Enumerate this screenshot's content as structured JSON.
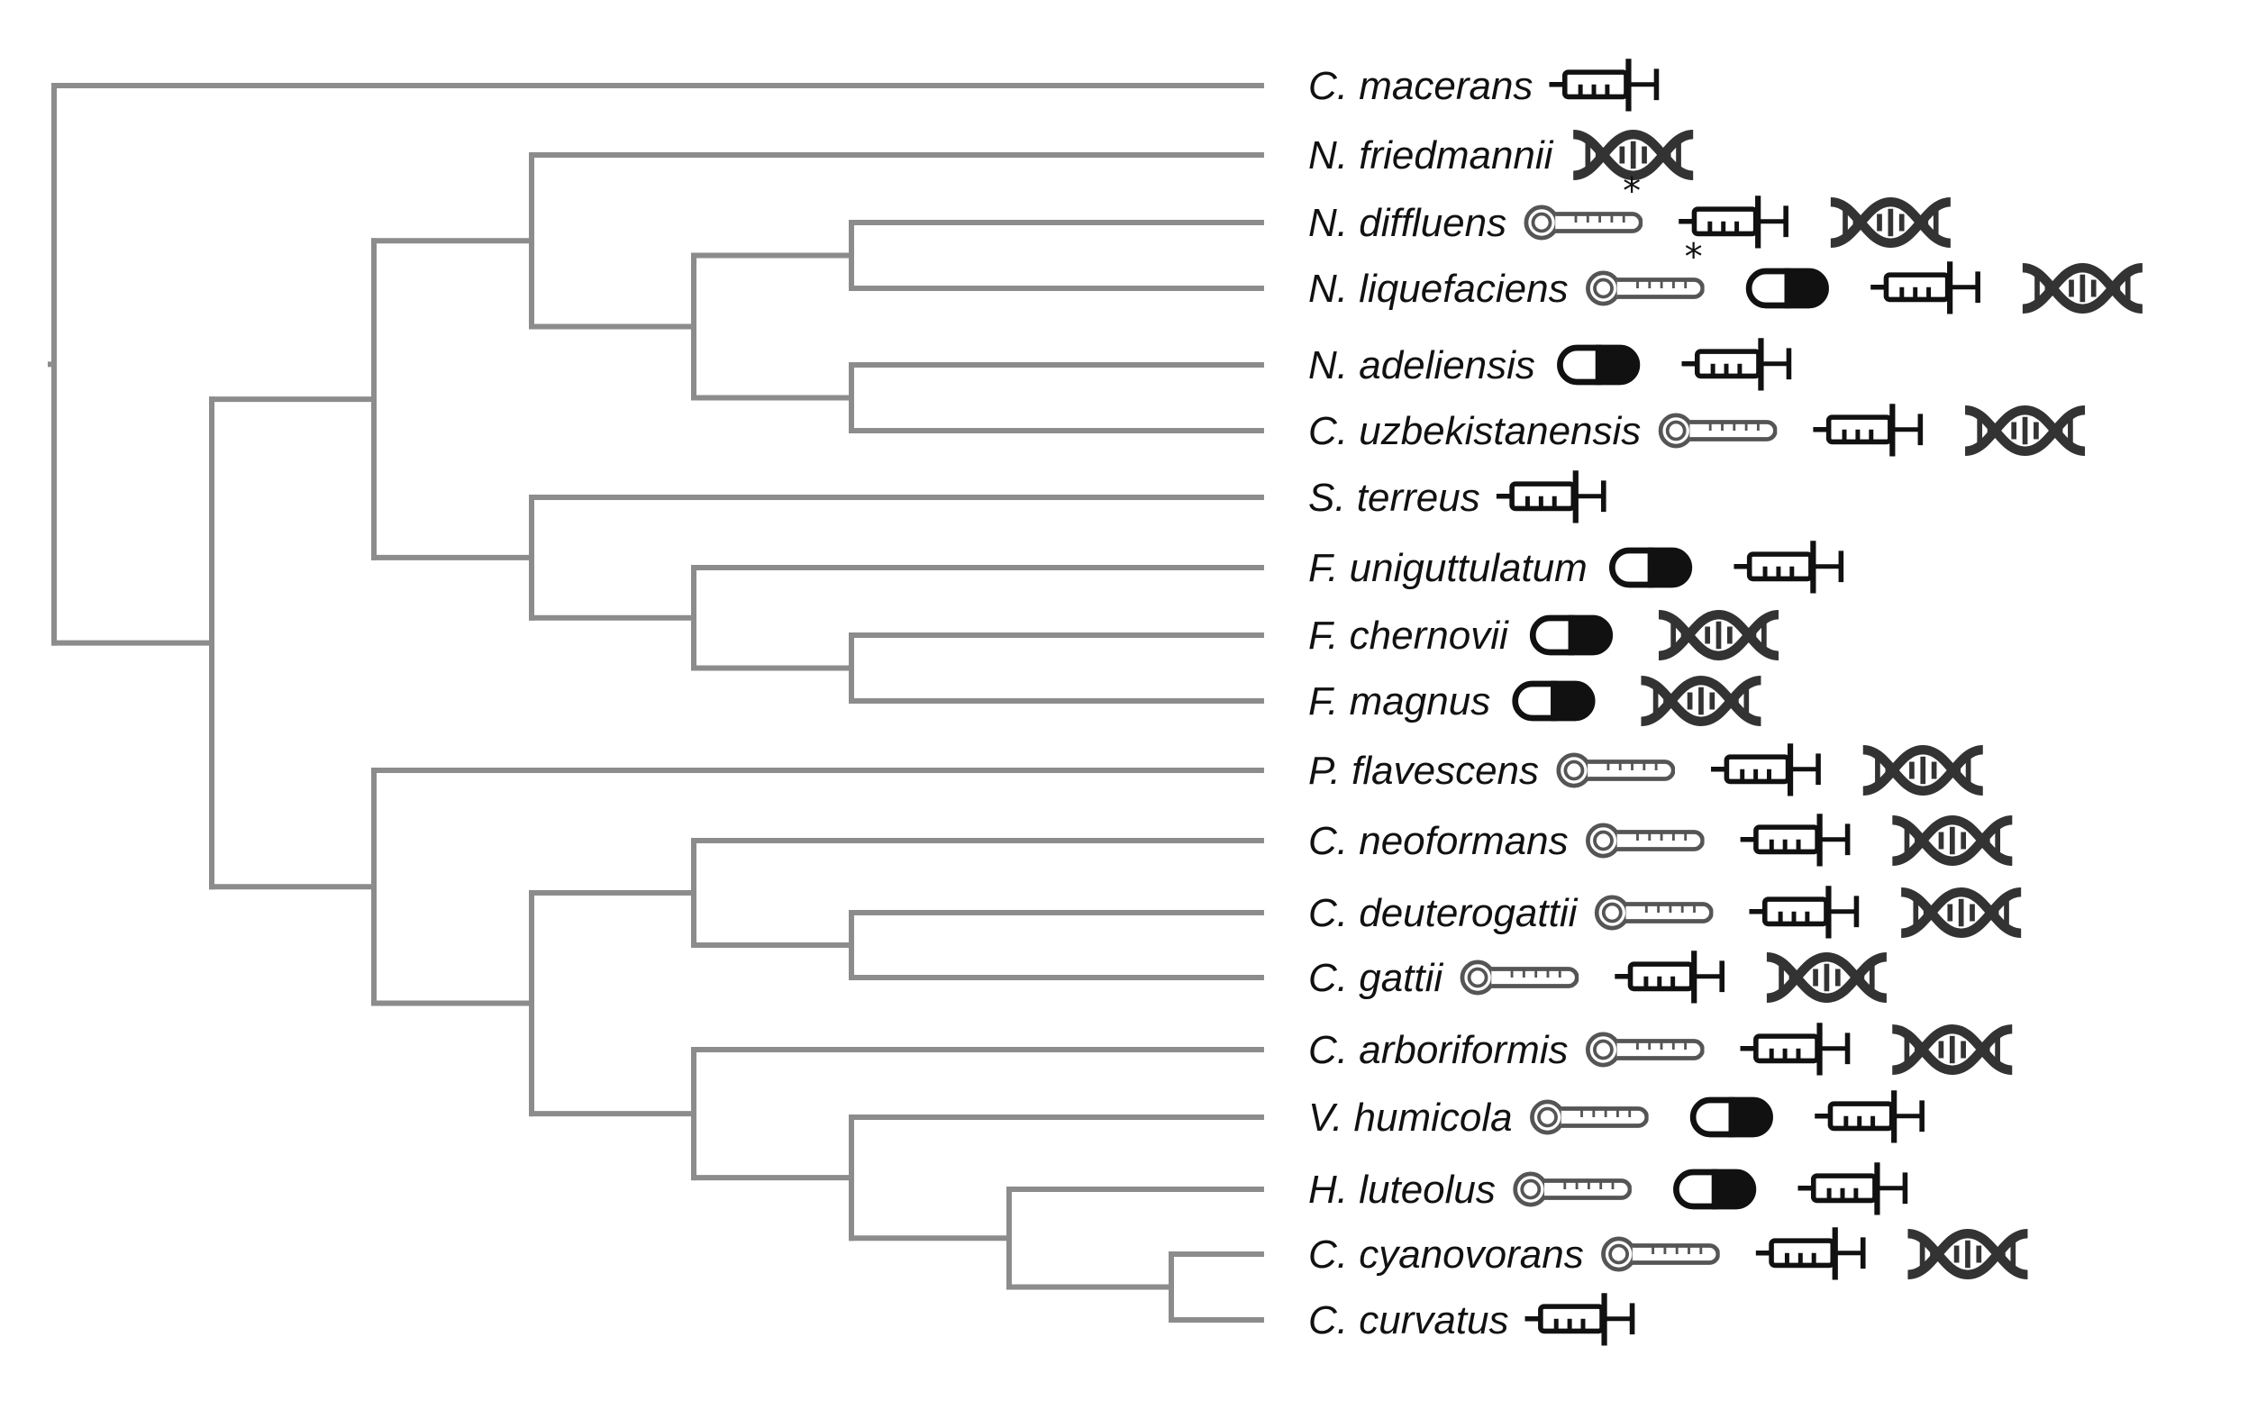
{
  "figure": {
    "colors": {
      "branch": "#8c8c8c",
      "icon": "#111111",
      "dna": "#333333",
      "thermo": "#555555"
    },
    "legend_icons": {
      "thermometer": "thermometer-icon",
      "capsule": "capsule-icon",
      "syringe": "syringe-icon",
      "dna": "dna-icon"
    },
    "thermometer_marker": "*"
  },
  "taxa": [
    {
      "name": "C. macerans",
      "icons": [
        "syringe"
      ]
    },
    {
      "name": "N. friedmannii",
      "icons": [
        "dna"
      ]
    },
    {
      "name": "N. diffluens",
      "icons": [
        "thermometer-star",
        "syringe",
        "dna"
      ]
    },
    {
      "name": "N. liquefaciens",
      "icons": [
        "thermometer-star",
        "capsule",
        "syringe",
        "dna"
      ]
    },
    {
      "name": "N. adeliensis",
      "icons": [
        "capsule",
        "syringe"
      ]
    },
    {
      "name": "C. uzbekistanensis",
      "icons": [
        "thermometer",
        "syringe",
        "dna"
      ]
    },
    {
      "name": "S. terreus",
      "icons": [
        "syringe"
      ]
    },
    {
      "name": "F. uniguttulatum",
      "icons": [
        "capsule",
        "syringe"
      ]
    },
    {
      "name": "F. chernovii",
      "icons": [
        "capsule",
        "dna"
      ]
    },
    {
      "name": "F. magnus",
      "icons": [
        "capsule",
        "dna"
      ]
    },
    {
      "name": "P. flavescens",
      "icons": [
        "thermometer",
        "syringe",
        "dna"
      ]
    },
    {
      "name": "C. neoformans",
      "icons": [
        "thermometer",
        "syringe",
        "dna"
      ]
    },
    {
      "name": "C. deuterogattii",
      "icons": [
        "thermometer",
        "syringe",
        "dna"
      ]
    },
    {
      "name": "C. gattii",
      "icons": [
        "thermometer",
        "syringe",
        "dna"
      ]
    },
    {
      "name": "C. arboriformis",
      "icons": [
        "thermometer",
        "syringe",
        "dna"
      ]
    },
    {
      "name": "V. humicola",
      "icons": [
        "thermometer",
        "capsule",
        "syringe"
      ]
    },
    {
      "name": "H. luteolus",
      "icons": [
        "thermometer",
        "capsule",
        "syringe"
      ]
    },
    {
      "name": "C. cyanovorans",
      "icons": [
        "thermometer",
        "syringe",
        "dna"
      ]
    },
    {
      "name": "C. curvatus",
      "icons": [
        "syringe"
      ]
    }
  ],
  "tree_newick": "(C. macerans,(((N. friedmannii,((N. diffluens,N. liquefaciens),(N. adeliensis,C. uzbekistanensis))),(S. terreus,(F. uniguttulatum,(F. chernovii,F. magnus)))),(P. flavescens,((C. neoformans,(C. deuterogattii,C. gattii)),(C. arboriformis,(V. humicola,(H. luteolus,(C. cyanovorans,C. curvatus))))))))"
}
